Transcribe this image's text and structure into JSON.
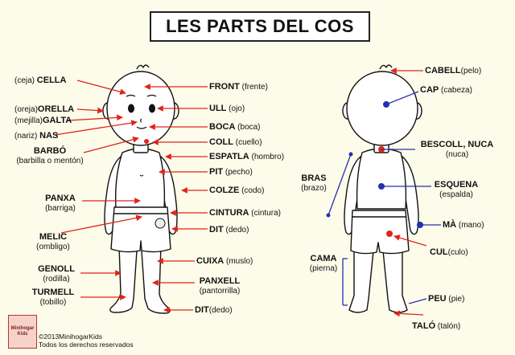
{
  "title": "LES PARTS DEL COS",
  "labels": {
    "ceja": "(ceja)",
    "cella": "CELLA",
    "front": "FRONT",
    "front_es": "(frente)",
    "oreja": "(oreja)",
    "orella": "ORELLA",
    "ull": "ULL",
    "ull_es": "(ojo)",
    "mejilla": "(mejilla)",
    "galta": "GALTA",
    "boca": "BOCA",
    "boca_es": "(boca)",
    "nariz": "(nariz)",
    "nas": "NAS",
    "coll": "COLL",
    "coll_es": "(cuello)",
    "barbo": "BARBÓ",
    "barbo_es": "(barbilla o mentón)",
    "espatla": "ESPATLA",
    "espatla_es": "(hombro)",
    "pit": "PIT",
    "pit_es": "(pecho)",
    "panxa": "PANXA",
    "panxa_es": "(barriga)",
    "colze": "COLZE",
    "colze_es": "(codo)",
    "cintura": "CINTURA",
    "cintura_es": "(cintura)",
    "melic": "MELIC",
    "melic_es": "(ombligo)",
    "dit1": "DIT",
    "dit1_es": "(dedo)",
    "cuixa": "CUIXA",
    "cuixa_es": "(muslo)",
    "genoll": "GENOLL",
    "genoll_es": "(rodilla)",
    "panxell": "PANXELL",
    "panxell_es": "(pantorrilla)",
    "turmell": "TURMELL",
    "turmell_es": "(tobillo)",
    "dit2": "DIT",
    "dit2_es": "(dedo)",
    "cabell": "CABELL",
    "cabell_es": "(pelo)",
    "cap": "CAP",
    "cap_es": "(cabeza)",
    "bescoll": "BESCOLL, NUCA",
    "bescoll_es": "(nuca)",
    "bras": "BRAS",
    "bras_es": "(brazo)",
    "esquena": "ESQUENA",
    "esquena_es": "(espalda)",
    "ma": "MÀ",
    "ma_es": "(mano)",
    "cama": "CAMA",
    "cama_es": "(pierna)",
    "cul": "CUL",
    "cul_es": "(culo)",
    "peu": "PEU",
    "peu_es": "(pie)",
    "talo": "TALÓ",
    "talo_es": "(talón)"
  },
  "footer": {
    "logo_text": "Minihogar Kids",
    "copyright": "©2013MinihogarKids",
    "rights": "Todos los derechos reservados"
  },
  "colors": {
    "front_arrows": "#e0241b",
    "back_arrows": "#1a2b9c",
    "body_dot_red": "#e0241b",
    "body_dot_blue": "#2330b0"
  }
}
